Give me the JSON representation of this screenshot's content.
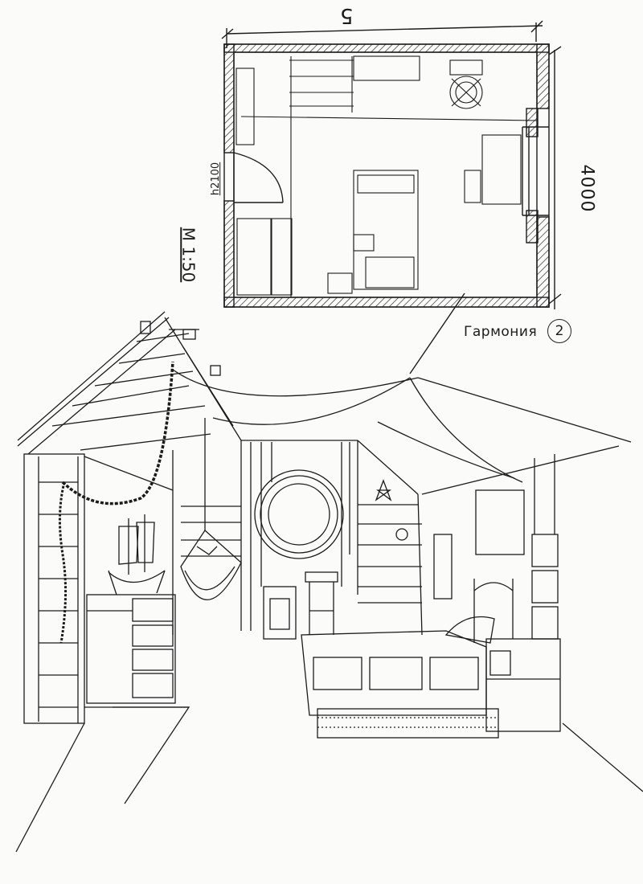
{
  "sheet": {
    "plan_width_dim": "5",
    "plan_depth_dim": "4000",
    "door_height": "h2100",
    "scale": "M 1:50",
    "variant_title": "Гармония",
    "variant_number": "2"
  },
  "colors": {
    "ink": "#1c1c1c",
    "paper": "#fbfbf9"
  },
  "icons": {
    "compass": "porthole-window",
    "ship": "sailing-ship-model",
    "hammock": "hanging-chair"
  }
}
